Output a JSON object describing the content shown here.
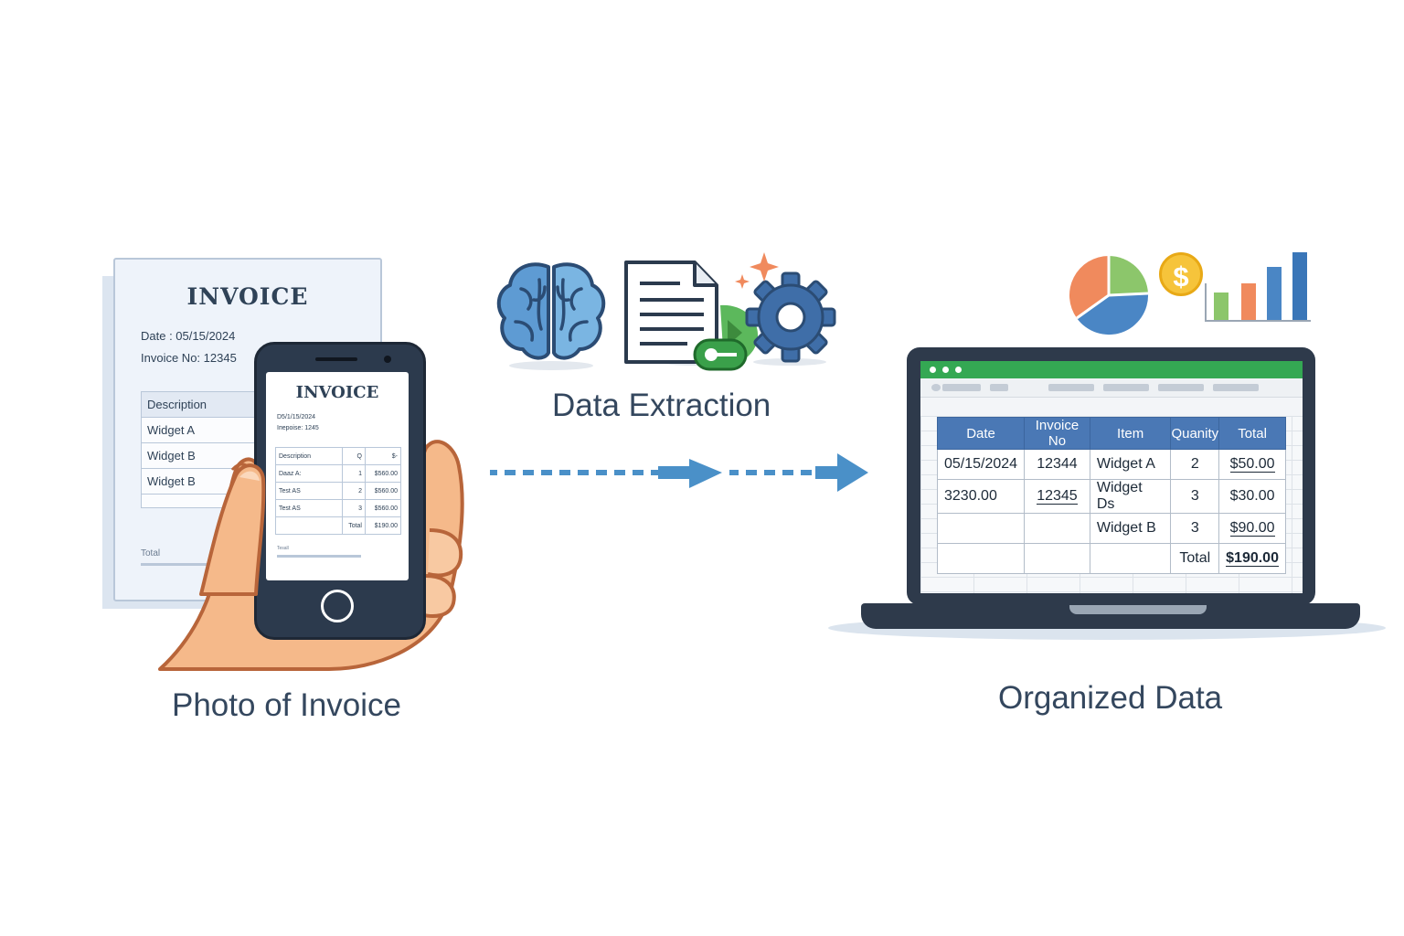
{
  "paper_invoice": {
    "title": "INVOICE",
    "date_line": "Date : 05/15/2024",
    "invoice_line": "Invoice No:  12345",
    "table_header": [
      "Description",
      "$"
    ],
    "rows": [
      "Widget A",
      "Widget B",
      "Widget B"
    ],
    "total_label": "Total"
  },
  "phone_invoice": {
    "title": "INVOICE",
    "date_line": "D5/1/15/2024",
    "invoice_line": "Iпероіse: 1245",
    "table_header": [
      "Description",
      "Q",
      "$-"
    ],
    "rows": [
      {
        "item": "Daaz A:",
        "qty": "1",
        "amount": "$560.00"
      },
      {
        "item": "Test AS",
        "qty": "2",
        "amount": "$560.00"
      },
      {
        "item": "Test AS",
        "qty": "3",
        "amount": "$560.00"
      }
    ],
    "total_label": "Total",
    "total_value": "$190.00",
    "footer_label": "Tesall"
  },
  "labels": {
    "photo": "Photo of Invoice",
    "extraction": "Data Extraction",
    "organized": "Organized Data"
  },
  "icons": {
    "brain": "brain-icon",
    "document": "document-icon",
    "gear": "gear-icon",
    "sparkle": "sparkle-icon",
    "pie": "pie-chart-icon",
    "dollar": "dollar-coin-icon",
    "bars": "bar-chart-icon",
    "dollar_symbol": "$"
  },
  "spreadsheet": {
    "headers": [
      "Date",
      "Invoice No",
      "Item",
      "Quanity",
      "Total"
    ],
    "rows": [
      [
        "05/15/2024",
        "12344",
        "Widget A",
        "2",
        "$50.00"
      ],
      [
        "3230.00",
        "12345",
        "Widget Ds",
        "3",
        "$30.00"
      ],
      [
        "",
        "",
        "Widget B",
        "3",
        "$90.00"
      ],
      [
        "",
        "",
        "",
        "Total",
        "$190.00"
      ]
    ]
  },
  "colors": {
    "text": "#34475e",
    "arrow": "#4a90c8",
    "sheet_header": "#4a78b5",
    "window_bar": "#34a853",
    "pie": [
      "#f08a5d",
      "#8cc66b",
      "#4a86c5"
    ],
    "bars": [
      "#8cc66b",
      "#f08a5d",
      "#4a86c5",
      "#3a76b8"
    ]
  }
}
